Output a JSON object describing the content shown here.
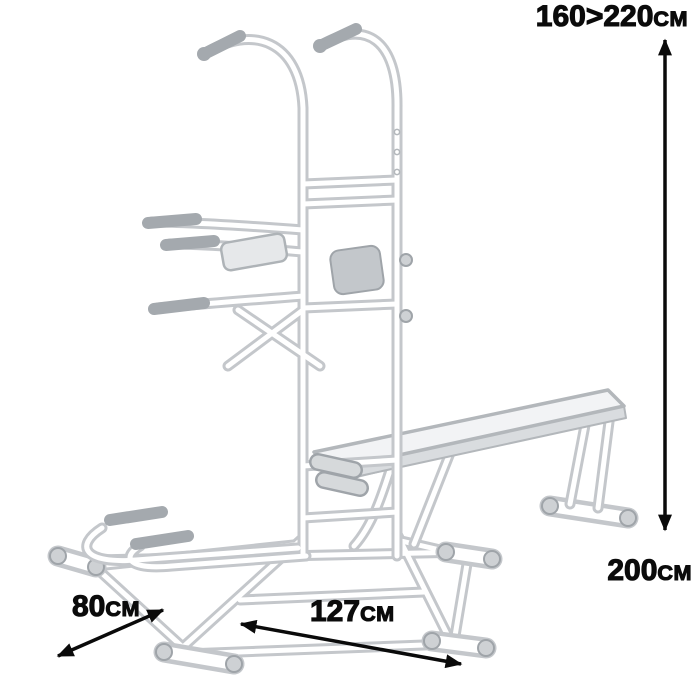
{
  "diagram": {
    "subject": "power tower with flat bench - dimension line drawing",
    "colors": {
      "background": "#ffffff",
      "drawing_line": "#c4c7cb",
      "drawing_dark": "#a4a9ae",
      "dimension_text": "#0a0a0a"
    }
  },
  "dimensions": {
    "height": {
      "value": "160>220",
      "unit": "cm"
    },
    "depth": {
      "value": "200",
      "unit": "cm"
    },
    "side_depth": {
      "value": "80",
      "unit": "cm"
    },
    "front_width": {
      "value": "127",
      "unit": "cm"
    }
  }
}
